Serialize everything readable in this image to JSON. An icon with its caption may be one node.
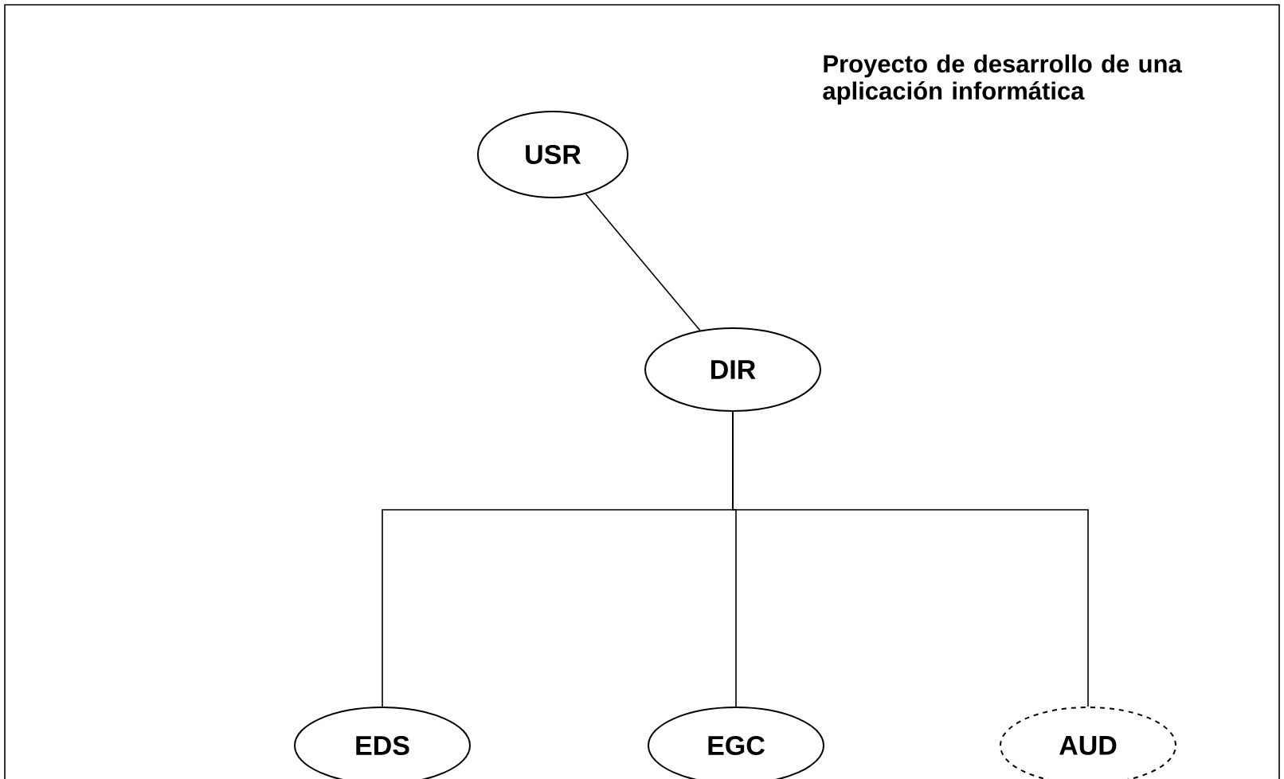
{
  "diagram": {
    "title": "Proyecto de desarrollo de una aplicación informática",
    "nodes": [
      {
        "text": [
          "USR"
        ]
      },
      {
        "text": [
          "DIR"
        ]
      },
      {
        "text": [
          "EDS"
        ]
      },
      {
        "text": [
          "EGC"
        ]
      },
      {
        "text": [
          "AUD"
        ]
      }
    ],
    "edges": [
      {
        "from": 0,
        "to": 1,
        "arrow": "none"
      },
      {
        "from": 1,
        "to": 2,
        "arrow": "none"
      },
      {
        "from": 1,
        "to": 3,
        "arrow": "none"
      },
      {
        "from": 1,
        "to": 4,
        "arrow": "none"
      }
    ]
  }
}
